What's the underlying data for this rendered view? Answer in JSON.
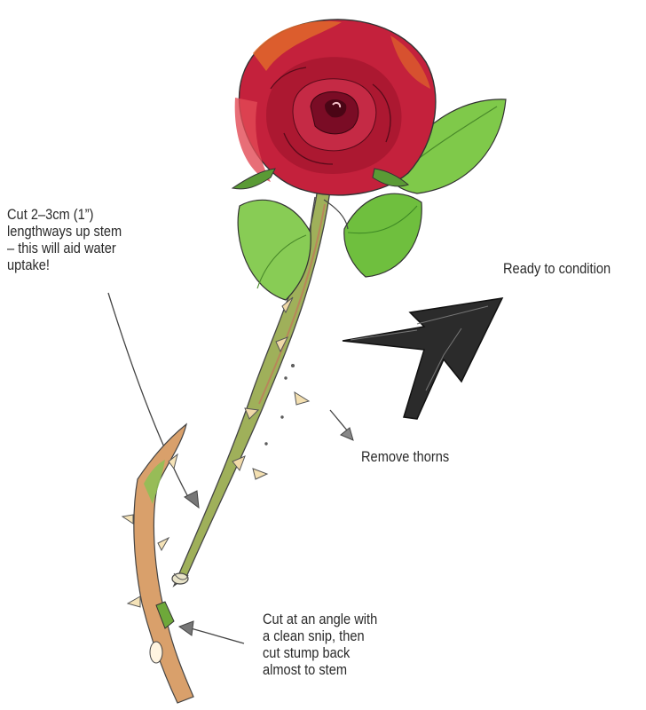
{
  "annotations": {
    "split_stem": [
      "Cut 2–3cm (1”)",
      "lengthways up stem",
      "– this will aid water",
      "uptake!"
    ],
    "ready": "Ready to condition",
    "remove_thorns": "Remove thorns",
    "angle_cut": [
      "Cut at an angle with",
      "a clean snip, then",
      "cut stump back",
      "almost to stem"
    ]
  },
  "colors": {
    "petal_dark": "#8e1330",
    "petal_mid": "#c4213c",
    "petal_light": "#e24a55",
    "petal_orange": "#e0672a",
    "leaf": "#7cc547",
    "leaf_dark": "#4e9a2e",
    "stem": "#8a9a4a",
    "stump": "#d9a06b",
    "arrow_dark": "#222222"
  }
}
